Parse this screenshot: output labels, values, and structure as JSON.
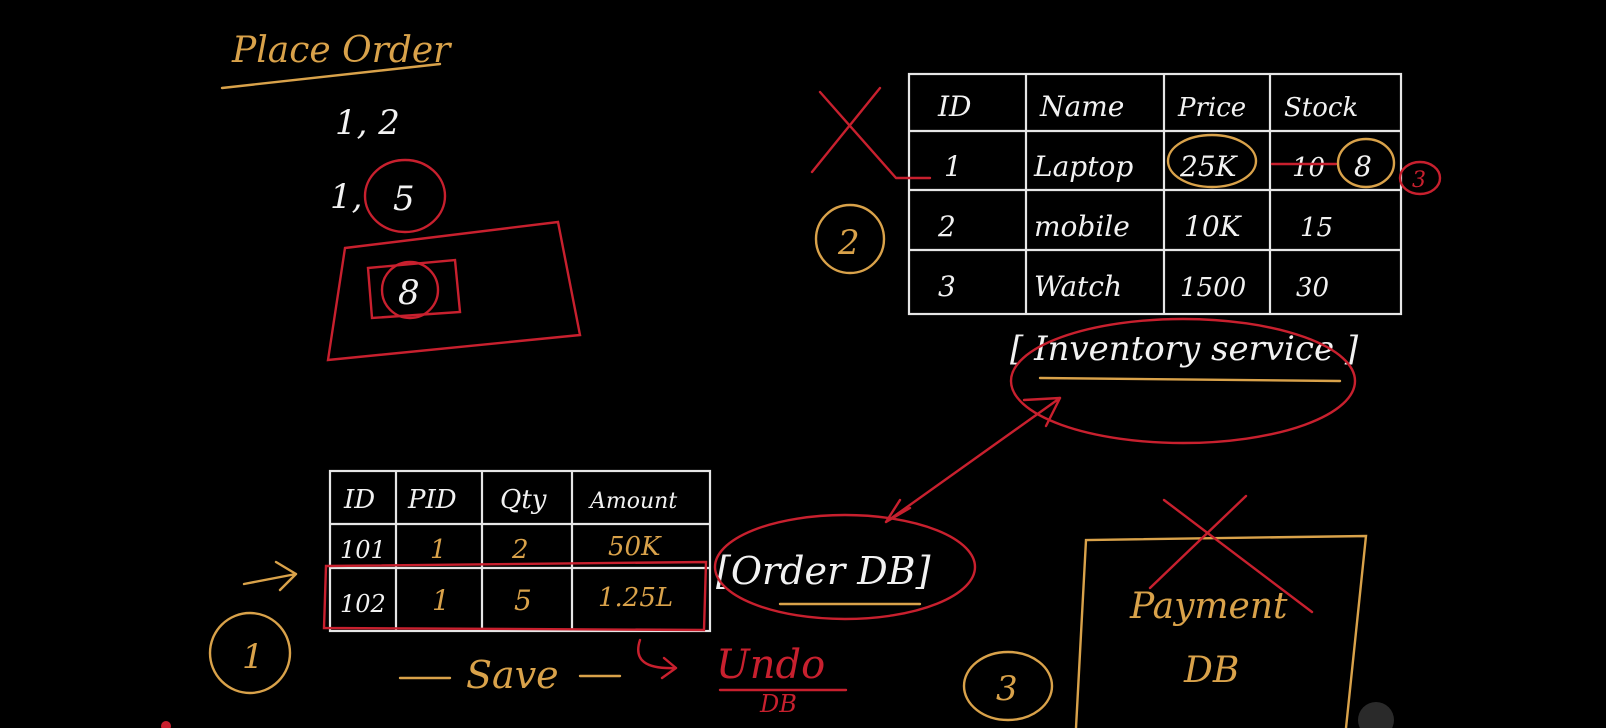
{
  "title": "Place Order",
  "order_requests": [
    {
      "ids": "1, 2"
    },
    {
      "ids": "1,",
      "circled": "5"
    }
  ],
  "stock_box": "8",
  "inventory_table": {
    "headers": [
      "ID",
      "Name",
      "Price",
      "Stock"
    ],
    "rows": [
      {
        "id": "1",
        "name": "Laptop",
        "price": "25K",
        "stock": "10",
        "stock_new": "8"
      },
      {
        "id": "2",
        "name": "mobile",
        "price": "10K",
        "stock": "15"
      },
      {
        "id": "3",
        "name": "Watch",
        "price": "1500",
        "stock": "30"
      }
    ],
    "side_note": "3"
  },
  "inventory_label": "[ Inventory service ]",
  "order_table": {
    "headers": [
      "ID",
      "PID",
      "Qty",
      "Amount"
    ],
    "rows": [
      {
        "id": "101",
        "pid": "1",
        "qty": "2",
        "amount": "50K"
      },
      {
        "id": "102",
        "pid": "1",
        "qty": "5",
        "amount": "1.25L"
      }
    ]
  },
  "order_db_label": "[Order DB]",
  "save_label": "Save",
  "undo_label": "Undo",
  "undo_sub": "DB",
  "payment_label_1": "Payment",
  "payment_label_2": "DB",
  "step_labels": [
    "1",
    "2",
    "3"
  ],
  "colors": {
    "background": "#000000",
    "ink_white": "#f2f2f2",
    "ink_gold": "#d9a24a",
    "ink_red": "#c8202e"
  }
}
